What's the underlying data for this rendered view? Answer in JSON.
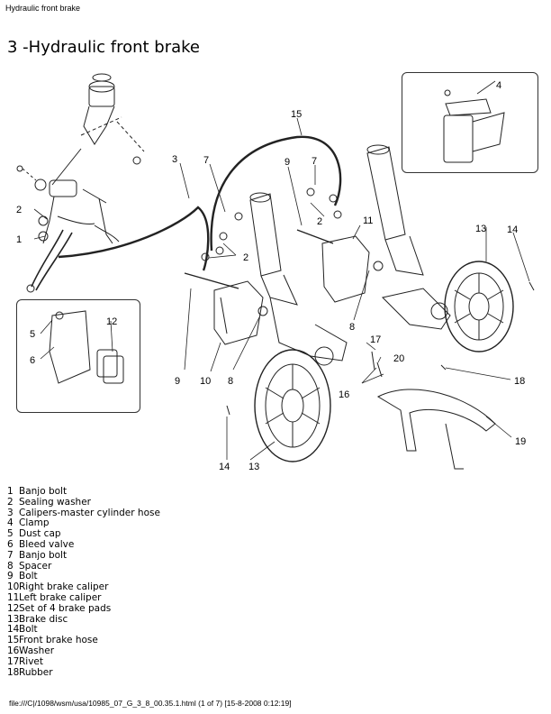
{
  "page_header": "Hydraulic front brake",
  "section_title": "3 -Hydraulic front brake",
  "callouts": {
    "c1": "1",
    "c2a": "2",
    "c2b": "2",
    "c2c": "2",
    "c3": "3",
    "c4": "4",
    "c5": "5",
    "c6": "6",
    "c7a": "7",
    "c7b": "7",
    "c8a": "8",
    "c8b": "8",
    "c9a": "9",
    "c9b": "9",
    "c10": "10",
    "c11": "11",
    "c12": "12",
    "c13a": "13",
    "c13b": "13",
    "c14a": "14",
    "c14b": "14",
    "c15": "15",
    "c16": "16",
    "c17": "17",
    "c18": "18",
    "c19": "19",
    "c20": "20"
  },
  "legend": [
    {
      "num": "1",
      "label": "Banjo bolt"
    },
    {
      "num": "2",
      "label": "Sealing washer"
    },
    {
      "num": "3",
      "label": "Calipers-master cylinder hose"
    },
    {
      "num": "4",
      "label": "Clamp"
    },
    {
      "num": "5",
      "label": "Dust cap"
    },
    {
      "num": "6",
      "label": "Bleed valve"
    },
    {
      "num": "7",
      "label": "Banjo bolt"
    },
    {
      "num": "8",
      "label": "Spacer"
    },
    {
      "num": "9",
      "label": "Bolt"
    },
    {
      "num": "10",
      "label": "Right brake caliper"
    },
    {
      "num": "11",
      "label": "Left brake caliper"
    },
    {
      "num": "12",
      "label": "Set of 4 brake pads"
    },
    {
      "num": "13",
      "label": "Brake disc"
    },
    {
      "num": "14",
      "label": "Bolt"
    },
    {
      "num": "15",
      "label": "Front brake hose"
    },
    {
      "num": "16",
      "label": "Washer"
    },
    {
      "num": "17",
      "label": "Rivet"
    },
    {
      "num": "18",
      "label": "Rubber"
    }
  ],
  "page_footer": "file:///C|/1098/wsm/usa/10985_07_G_3_8_00.35.1.html (1 of 7) [15-8-2008 0:12:19]"
}
